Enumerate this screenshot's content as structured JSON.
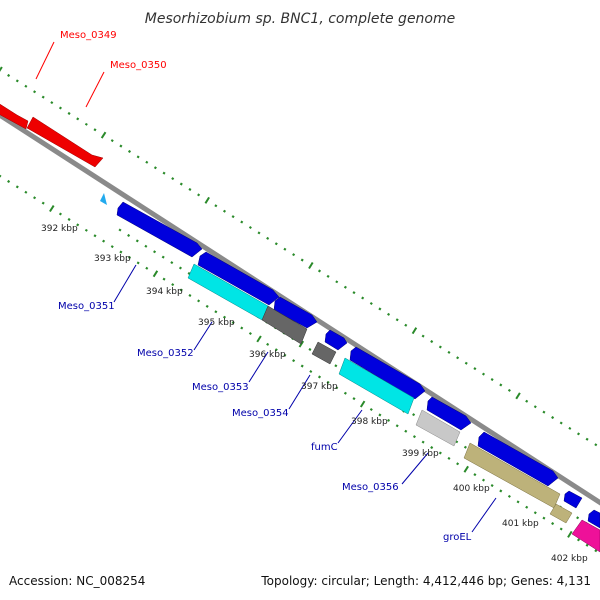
{
  "title": "Mesorhizobium sp. BNC1, complete genome",
  "footer": {
    "accession": "Accession: NC_008254",
    "summary": "Topology: circular; Length: 4,412,446 bp; Genes: 4,131"
  },
  "colors": {
    "backbone": "#8c8c8c",
    "ticks": "#2a8a2a",
    "label_top": "#ff0000",
    "label_bottom": "#0000aa",
    "red_gene": "#ee0000",
    "blue_gene": "#0000dd",
    "cyan_gene": "#00e5e5",
    "dark_gray_gene": "#666666",
    "light_gray_gene": "#c8c8c8",
    "khaki_gene": "#bdb27a",
    "magenta_gene": "#ee1199",
    "marker": "#22aaee"
  },
  "kbp_labels": [
    "392 kbp",
    "393 kbp",
    "394 kbp",
    "395 kbp",
    "396 kbp",
    "397 kbp",
    "398 kbp",
    "399 kbp",
    "400 kbp",
    "401 kbp",
    "402 kbp"
  ],
  "gene_labels_top": [
    {
      "id": "meso-0349",
      "text": "Meso_0349"
    },
    {
      "id": "meso-0350",
      "text": "Meso_0350"
    }
  ],
  "gene_labels_bottom": [
    {
      "id": "meso-0351",
      "text": "Meso_0351"
    },
    {
      "id": "meso-0352",
      "text": "Meso_0352"
    },
    {
      "id": "meso-0353",
      "text": "Meso_0353"
    },
    {
      "id": "meso-0354",
      "text": "Meso_0354"
    },
    {
      "id": "fumc",
      "text": "fumC"
    },
    {
      "id": "meso-0356",
      "text": "Meso_0356"
    },
    {
      "id": "groel",
      "text": "groEL"
    }
  ]
}
